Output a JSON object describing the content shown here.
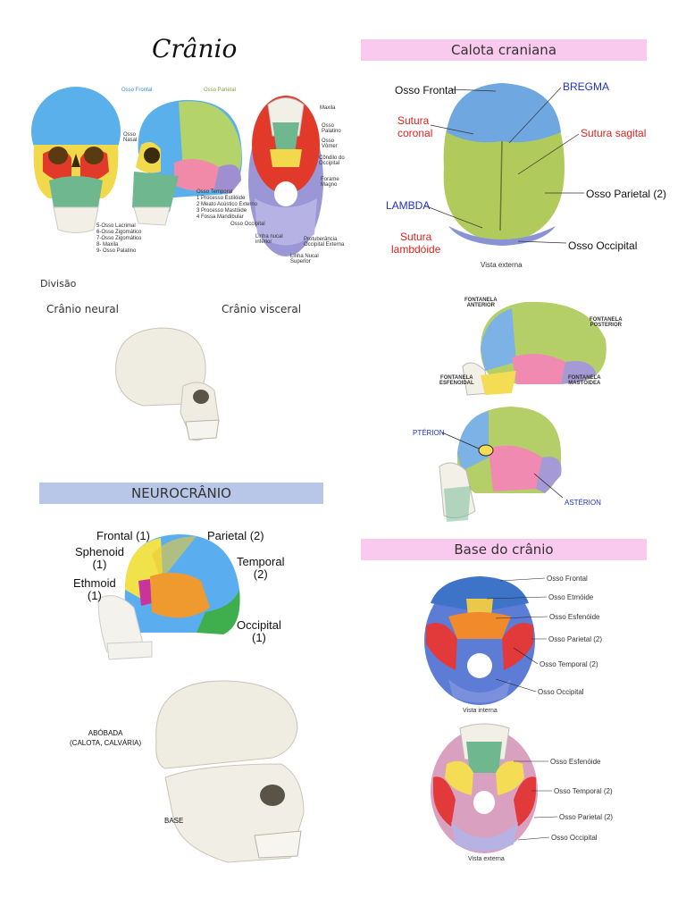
{
  "page": {
    "title": "Crânio",
    "divisao": "Divisão",
    "cranio_neural": "Crânio neural",
    "cranio_visceral": "Crânio visceral"
  },
  "calota": {
    "header": "Calota craniana",
    "labels": {
      "frontal": "Osso Frontal",
      "bregma": "BREGMA",
      "sutura_coronal": "Sutura\ncoronal",
      "sutura_sagital": "Sutura sagital",
      "parietal": "Osso Parietal (2)",
      "lambda": "LAMBDA",
      "sutura_lambdoide": "Sutura\nlambdóide",
      "occipital": "Osso Occipital",
      "vista": "Vista externa"
    }
  },
  "fontanelas": {
    "anterior": "FONTANELA\nANTERIOR",
    "posterior": "FONTANELA\nPOSTERIOR",
    "esfenoidal": "FONTANELA\nESFENOIDAL",
    "mastoidea": "FONTANELA\nMASTÓIDEA"
  },
  "pterion": {
    "pterion": "PTÉRION",
    "asterion": "ASTÉRION"
  },
  "neuro": {
    "header": "NEUROCRÂNIO",
    "frontal": "Frontal (1)",
    "parietal": "Parietal (2)",
    "sphenoid": "Sphenoid\n(1)",
    "temporal": "Temporal\n(2)",
    "ethmoid": "Ethmoid\n(1)",
    "occipital": "Occipital\n(1)"
  },
  "abobada": {
    "abobada": "ABÓBADA\n(CALOTA, CALVÁRIA)",
    "base": "BASE"
  },
  "base": {
    "header": "Base do crânio",
    "interna": {
      "frontal": "Osso Frontal",
      "etmoide": "Osso Etmóide",
      "esfenoide": "Osso Esfenóide",
      "parietal": "Osso Parietal (2)",
      "temporal": "Osso Temporal (2)",
      "occipital": "Osso Occipital",
      "vista": "Vista interna"
    },
    "externa": {
      "esfenoide": "Osso Esfenóide",
      "temporal": "Osso Temporal (2)",
      "parietal": "Osso Parietal (2)",
      "occipital": "Osso Occipital",
      "vista": "Vista externa"
    }
  },
  "top_figure_notes": {
    "left_list": "5-Osso Lacrimal\n6-Osso Zigomático\n7-Osso Zigomático\n8- Maxila\n9- Osso Palatino",
    "temporal_list": "Osso Temporal\n1 Processo Estilóide\n2 Meato Acústico Externo\n3 Processo Mastóide\n4 Fossa Mandibular",
    "frontal_tag": "Osso Frontal",
    "parietal_tag": "Osso Parietal",
    "nasal_tag": "Osso\nNasal",
    "maxila_tag": "Maxila",
    "palatino_tag": "Osso\nPalatino",
    "vomer_tag": "Osso\nVômer",
    "occipital_tag": "Côndilo do\nOccipital",
    "forame_tag": "Forame\nMagno",
    "occ_bottom": "Osso Occipital",
    "linha_nucal": "Linha Nucal\nSuperior",
    "protuberancia": "Protuberância\nOccipital Externa",
    "linha_inf": "Linha nucal\ninferior"
  }
}
